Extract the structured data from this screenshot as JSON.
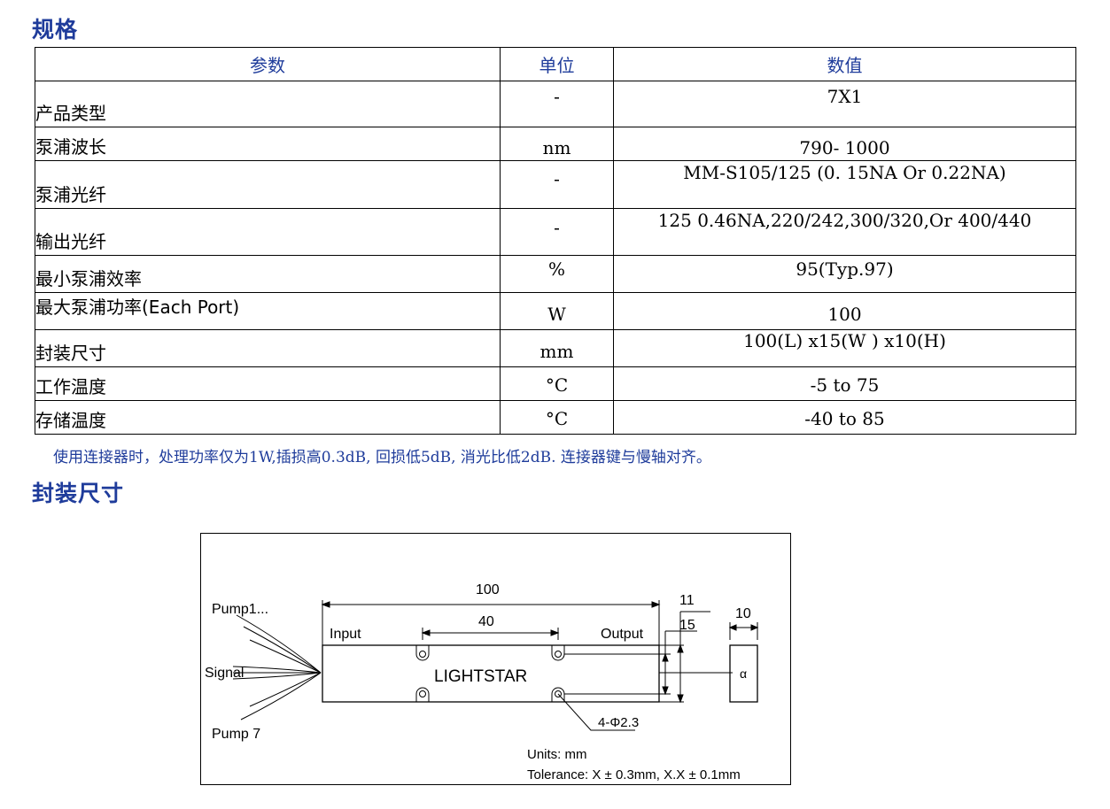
{
  "sections": {
    "spec_title": "规格",
    "dimension_title": "封装尺寸"
  },
  "table": {
    "headers": [
      "参数",
      "单位",
      "数值"
    ],
    "rows": [
      {
        "param": "产品类型",
        "unit": "-",
        "value": "7X1"
      },
      {
        "param": "泵浦波长",
        "unit": "nm",
        "value": "790- 1000"
      },
      {
        "param": "泵浦光纤",
        "unit": "-",
        "value": "MM-S105/125 (0. 15NA Or 0.22NA)"
      },
      {
        "param": "输出光纤",
        "unit": "-",
        "value": "125 0.46NA,220/242,300/320,Or 400/440"
      },
      {
        "param": "最小泵浦效率",
        "unit": "%",
        "value": "95(Typ.97)"
      },
      {
        "param": "最大泵浦功率(Each Port)",
        "unit": "W",
        "value": "100"
      },
      {
        "param": "封装尺寸",
        "unit": "mm",
        "value": "100(L) x15(W ) x10(H)"
      },
      {
        "param": "工作温度",
        "unit": "°C",
        "value": "-5 to 75"
      },
      {
        "param": "存储温度",
        "unit": "°C",
        "value": "-40 to 85"
      }
    ]
  },
  "note": "使用连接器时，处理功率仅为1W,插损高0.3dB, 回损低5dB, 消光比低2dB. 连接器键与慢轴对齐。",
  "drawing": {
    "pump_top": "Pump1...",
    "signal": "Signal",
    "pump_bottom": "Pump 7",
    "input": "Input",
    "output": "Output",
    "brand": "LIGHTSTAR",
    "dim_length": "100",
    "dim_hole_spacing": "40",
    "dim_11": "11",
    "dim_15": "15",
    "dim_10": "10",
    "hole_note": "4-Φ2.3",
    "units": "Units: mm",
    "tolerance": "Tolerance: X ± 0.3mm, X.X ± 0.1mm",
    "side_mark": "α"
  },
  "colors": {
    "heading": "#1f3c9b",
    "text": "#000000"
  }
}
